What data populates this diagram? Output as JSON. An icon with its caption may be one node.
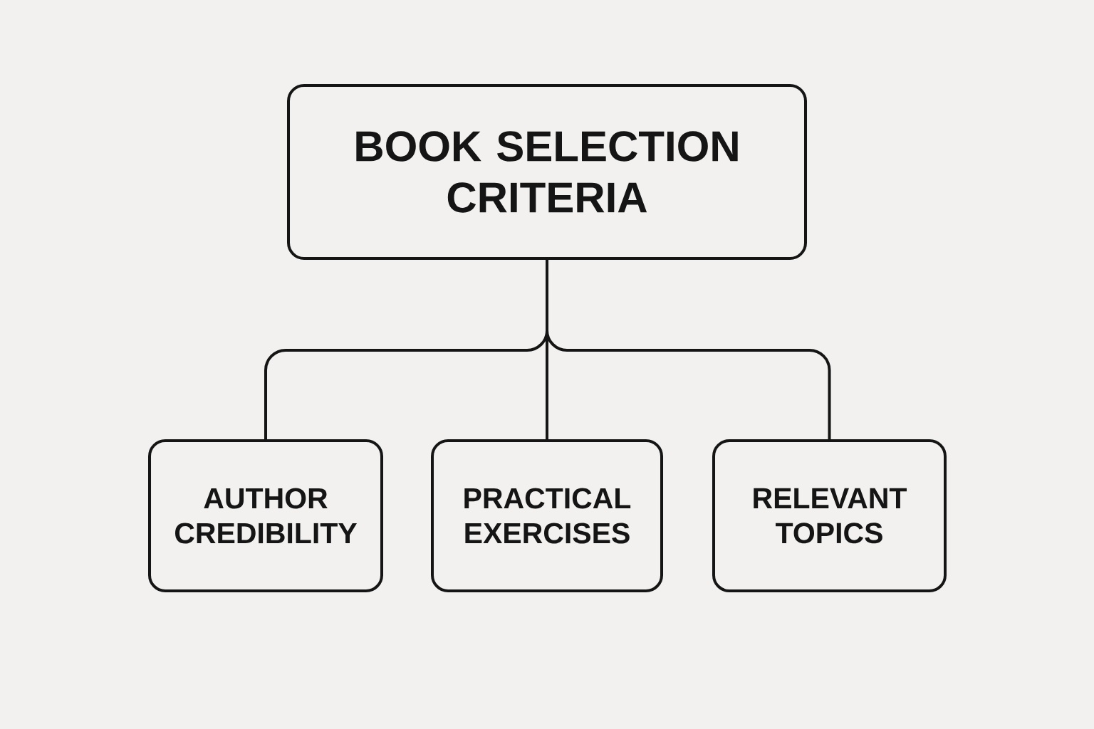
{
  "diagram": {
    "nodes": [
      {
        "text": [
          "BOOK SELECTION CRITERIA"
        ]
      },
      {
        "text": [
          "AUTHOR CREDIBILITY"
        ]
      },
      {
        "text": [
          "PRACTICAL EXERCISES"
        ]
      },
      {
        "text": [
          "RELEVANT TOPICS"
        ]
      }
    ],
    "edges": [
      {
        "from": 0,
        "to": 1,
        "arrow": "none"
      },
      {
        "from": 0,
        "to": 2,
        "arrow": "none"
      },
      {
        "from": 0,
        "to": 3,
        "arrow": "none"
      }
    ]
  }
}
